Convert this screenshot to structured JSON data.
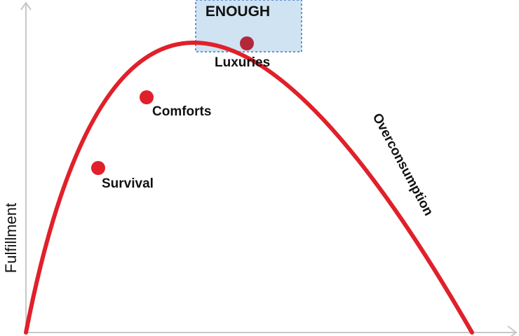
{
  "diagram": {
    "y_axis_label": "Fulfillment",
    "enough_label": "ENOUGH",
    "curve_label": "Overconsumption",
    "stages": [
      {
        "label": "Survival"
      },
      {
        "label": "Comforts"
      },
      {
        "label": "Luxuries"
      }
    ],
    "colors": {
      "curve": "#e0202a",
      "point": "#e0202a",
      "peak_point": "#b2283a",
      "enough_fill": "#cfe3f2",
      "enough_border": "#3b78c2",
      "axis": "#c8c8c8"
    }
  }
}
